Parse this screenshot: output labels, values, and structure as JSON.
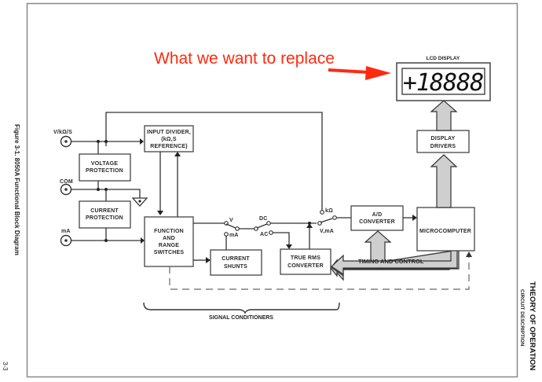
{
  "annotation": {
    "text": "What we want to replace",
    "color": "#ff2a10"
  },
  "caption": {
    "figure": "Figure 3-1. 8050A Functional Block Diagram",
    "page": "3-3",
    "section": "THEORY OF OPERATION",
    "subsection": "CIRCUIT DESCRIPTION"
  },
  "inputs": {
    "v_ohm_s": "V/kΩ/S",
    "com": "COM",
    "ma": "mA"
  },
  "blocks": {
    "voltage_protection": [
      "VOLTAGE",
      "PROTECTION"
    ],
    "current_protection": [
      "CURRENT",
      "PROTECTION"
    ],
    "input_divider": [
      "INPUT DIVIDER,",
      "(kΩ,S",
      "REFERENCE)"
    ],
    "function_switches": [
      "FUNCTION",
      "AND",
      "RANGE",
      "SWITCHES"
    ],
    "current_shunts": [
      "CURRENT",
      "SHUNTS"
    ],
    "true_rms": [
      "TRUE RMS",
      "CONVERTER"
    ],
    "ad_converter": [
      "A/D",
      "CONVERTER"
    ],
    "microcomputer": "MICROCOMPUTER",
    "display_drivers": [
      "DISPLAY",
      "DRIVERS"
    ],
    "lcd_display_label": "LCD DISPLAY",
    "lcd_readout": "+18888"
  },
  "switch_labels": {
    "v": "V",
    "ma": "mA",
    "dc": "DC",
    "ac": "AC",
    "kohm": "kΩ",
    "v_ma": "V,mA"
  },
  "bus_label": "TIMING AND CONTROL",
  "group_label": "SIGNAL CONDITIONERS"
}
